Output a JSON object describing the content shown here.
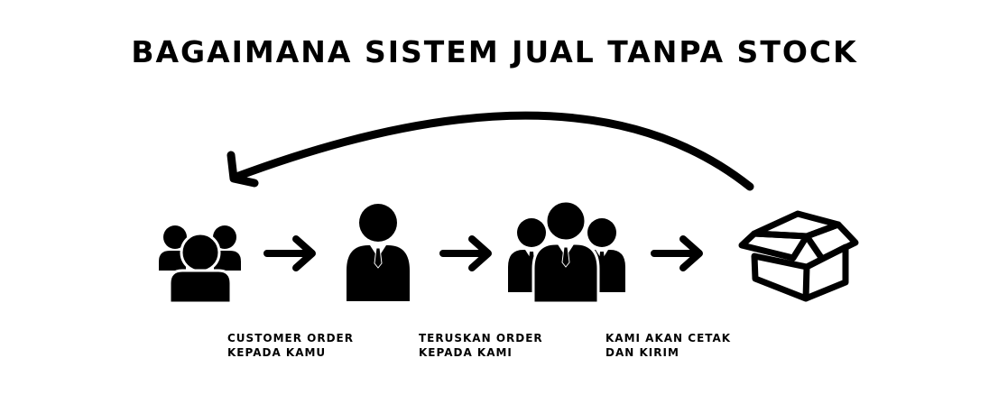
{
  "title": "BAGAIMANA SISTEM JUAL TANPA STOCK",
  "colors": {
    "ink": "#000000",
    "background": "#ffffff"
  },
  "nodes": [
    {
      "icon": "customer-group-icon"
    },
    {
      "icon": "seller-person-icon"
    },
    {
      "icon": "team-group-icon"
    },
    {
      "icon": "package-box-icon"
    }
  ],
  "connectors": [
    "arrow-right-icon",
    "arrow-right-icon",
    "arrow-right-icon",
    "curved-return-arrow-icon"
  ],
  "captions": [
    {
      "line1": "CUSTOMER ORDER",
      "line2": "KEPADA KAMU"
    },
    {
      "line1": "TERUSKAN ORDER",
      "line2": "KEPADA KAMI"
    },
    {
      "line1": "KAMI AKAN CETAK",
      "line2": "DAN KIRIM"
    }
  ]
}
